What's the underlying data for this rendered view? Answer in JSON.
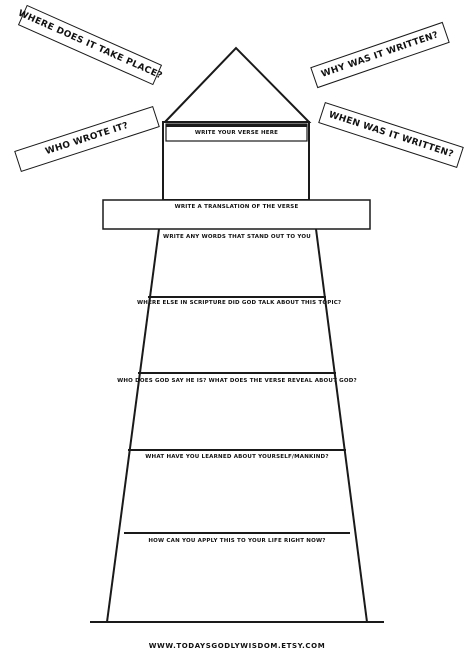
{
  "banners": {
    "where": "WHERE DOES IT TAKE PLACE?",
    "why": "WHY WAS IT WRITTEN?",
    "who": "WHO WROTE IT?",
    "when": "WHEN WAS IT WRITTEN?"
  },
  "sections": {
    "verse": "WRITE YOUR VERSE HERE",
    "translation": "WRITE A TRANSLATION  OF THE VERSE",
    "words": "WRITE ANY WORDS THAT STAND OUT TO YOU",
    "scripture": "WHERE ELSE IN SCRIPTURE DID GOD TALK ABOUT THIS TOPIC?",
    "god": "WHO DOES GOD SAY HE IS? WHAT DOES THE VERSE REVEAL ABOUT GOD?",
    "learned": "WHAT HAVE YOU LEARNED ABOUT YOURSELF/MANKIND?",
    "apply": "HOW CAN YOU APPLY THIS TO YOUR LIFE RIGHT NOW?"
  },
  "footer": "WWW.TODAYSGODLYWISDOM.ETSY.COM"
}
